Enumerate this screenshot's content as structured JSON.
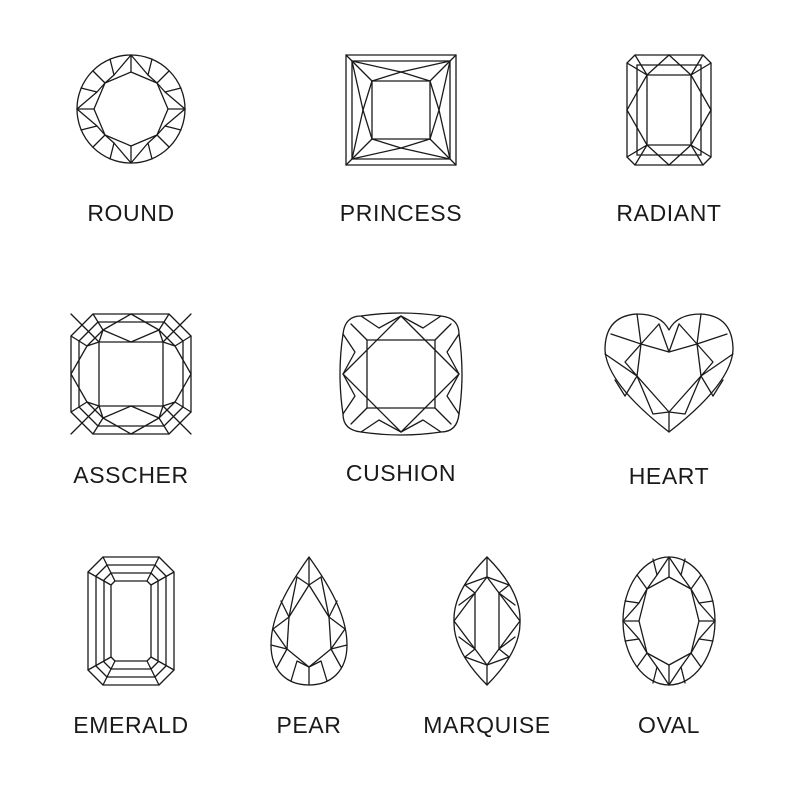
{
  "colors": {
    "stroke": "#1a1a1a",
    "text": "#1a1a1a",
    "background": "#ffffff"
  },
  "shapes": [
    {
      "name": "ROUND",
      "icon": "round-diamond-icon"
    },
    {
      "name": "PRINCESS",
      "icon": "princess-diamond-icon"
    },
    {
      "name": "RADIANT",
      "icon": "radiant-diamond-icon"
    },
    {
      "name": "ASSCHER",
      "icon": "asscher-diamond-icon"
    },
    {
      "name": "CUSHION",
      "icon": "cushion-diamond-icon"
    },
    {
      "name": "HEART",
      "icon": "heart-diamond-icon"
    },
    {
      "name": "EMERALD",
      "icon": "emerald-diamond-icon"
    },
    {
      "name": "PEAR",
      "icon": "pear-diamond-icon"
    },
    {
      "name": "MARQUISE",
      "icon": "marquise-diamond-icon"
    },
    {
      "name": "OVAL",
      "icon": "oval-diamond-icon"
    }
  ]
}
